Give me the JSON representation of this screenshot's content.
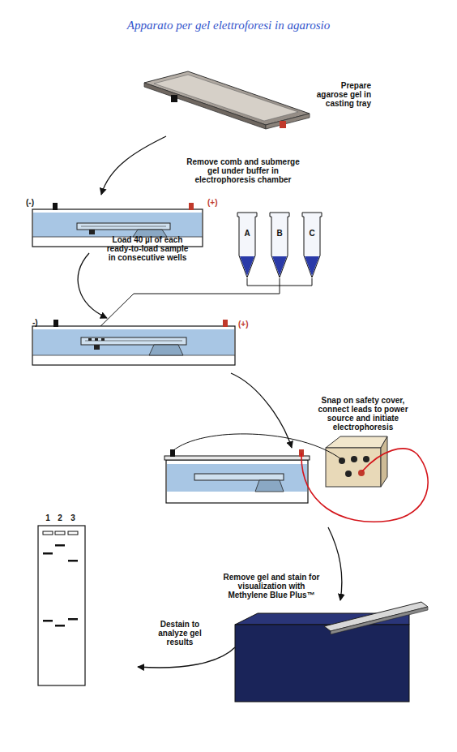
{
  "diagram": {
    "title": "Apparato per gel elettroforesi in agarosio",
    "labels": [
      "Prepare agarose gel in casting tray",
      "Remove comb and submerge gel under buffer in electrophoresis chamber",
      "(-)",
      "(+)",
      "Load 40 µl of each ready-to-load sample in consecutive wells",
      "A",
      "B",
      "C",
      "-)",
      "(+)",
      "Snap on safety cover, connect leads to power source and initiate electrophoresis",
      "1",
      "2",
      "3",
      "Remove gel and stain for visualization with Methylene Blue Plus™",
      "Destain to analyze gel results"
    ]
  }
}
